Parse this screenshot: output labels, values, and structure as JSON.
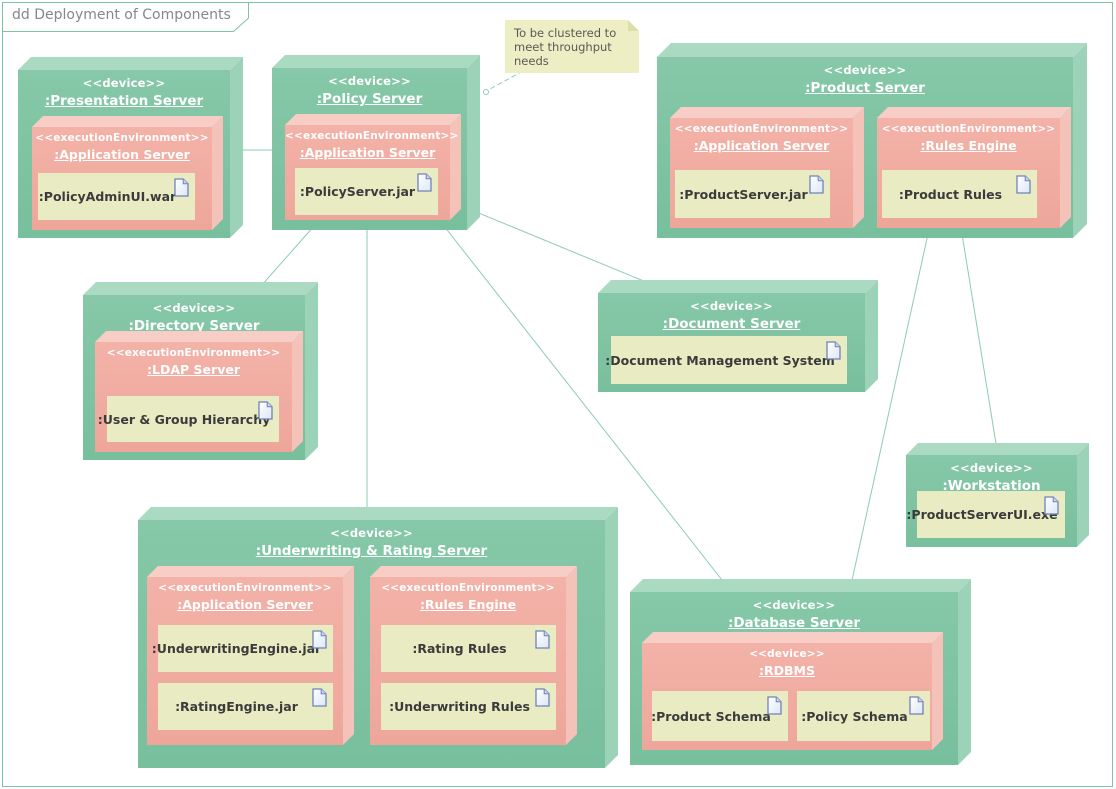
{
  "frame": {
    "title": "dd Deployment of Components"
  },
  "note": {
    "text": "To be clustered to meet throughput needs"
  },
  "colors": {
    "device_green": "#7ec3a2",
    "env_pink": "#f0aba0",
    "artifact_yellow": "#e9ecc3",
    "connector_green": "#8ecbb1",
    "note_yellow": "#eeeec4",
    "frame_border_green": "#7cc5a3"
  },
  "nodes": {
    "presentation": {
      "stereotype": "<<device>>",
      "name": ":Presentation Server",
      "env": {
        "stereotype": "<<executionEnvironment>>",
        "name": ":Application Server",
        "artifacts": [
          ":PolicyAdminUI.war"
        ]
      }
    },
    "policy": {
      "stereotype": "<<device>>",
      "name": ":Policy Server",
      "env": {
        "stereotype": "<<executionEnvironment>>",
        "name": ":Application Server",
        "artifacts": [
          ":PolicyServer.jar"
        ]
      }
    },
    "product": {
      "stereotype": "<<device>>",
      "name": ":Product Server",
      "env1": {
        "stereotype": "<<executionEnvironment>>",
        "name": ":Application Server",
        "artifacts": [
          ":ProductServer.jar"
        ]
      },
      "env2": {
        "stereotype": "<<executionEnvironment>>",
        "name": ":Rules Engine",
        "artifacts": [
          ":Product Rules"
        ]
      }
    },
    "directory": {
      "stereotype": "<<device>>",
      "name": ":Directory Server",
      "env": {
        "stereotype": "<<executionEnvironment>>",
        "name": ":LDAP Server",
        "artifacts": [
          ":User & Group Hierarchy"
        ]
      }
    },
    "document": {
      "stereotype": "<<device>>",
      "name": ":Document Server",
      "artifacts": [
        ":Document Management System"
      ]
    },
    "underwriting": {
      "stereotype": "<<device>>",
      "name": ":Underwriting & Rating Server",
      "env1": {
        "stereotype": "<<executionEnvironment>>",
        "name": ":Application Server",
        "artifacts": [
          ":UnderwritingEngine.jar",
          ":RatingEngine.jar"
        ]
      },
      "env2": {
        "stereotype": "<<executionEnvironment>>",
        "name": ":Rules Engine",
        "artifacts": [
          ":Rating Rules",
          ":Underwriting Rules"
        ]
      }
    },
    "database": {
      "stereotype": "<<device>>",
      "name": ":Database Server",
      "inner": {
        "stereotype": "<<device>>",
        "name": ":RDBMS",
        "artifacts": [
          ":Product Schema",
          ":Policy Schema"
        ]
      }
    },
    "workstation": {
      "stereotype": "<<device>>",
      "name": ":Workstation",
      "artifacts": [
        ":ProductServerUI.exe"
      ]
    }
  }
}
